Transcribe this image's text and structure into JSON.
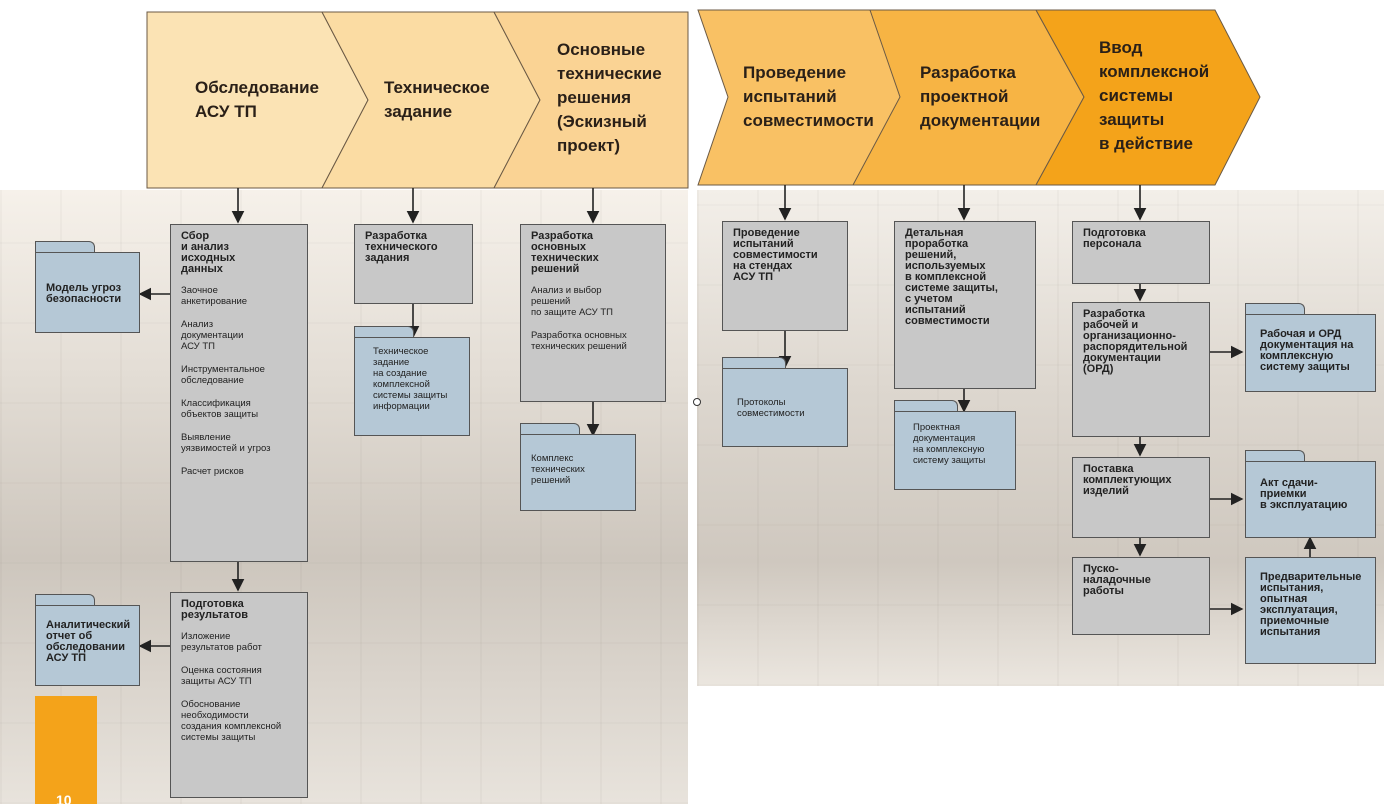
{
  "colors": {
    "stage_light": "#fbe3b4",
    "stage_mid": "#f9bf58",
    "stage_dark": "#f4a31a",
    "box_gray": "#c8c8c8",
    "folder_blue": "#b5c8d6"
  },
  "stages": [
    {
      "label": "Обследование\nАСУ ТП"
    },
    {
      "label": "Техническое\nзадание"
    },
    {
      "label": "Основные\nтехнические\nрешения\n(Эскизный\nпроект)"
    },
    {
      "label": "Проведение\nиспытаний\nсовместимости"
    },
    {
      "label": "Разработка\nпроектной\nдокументации"
    },
    {
      "label": "Ввод\nкомплексной\nсистемы\nзащиты\nв действие"
    }
  ],
  "boxes": {
    "survey": {
      "title": "Сбор\nи анализ\nисходных\nданных",
      "items": [
        "Заочное\nанкетирование",
        "Анализ\nдокументации\nАСУ ТП",
        "Инструментальное\nобследование",
        "Классификация\nобъектов защиты",
        "Выявление\nуязвимостей и угроз",
        "Расчет рисков"
      ]
    },
    "results": {
      "title": "Подготовка\nрезультатов",
      "items": [
        "Изложение\nрезультатов работ",
        "Оценка состояния\nзащиты АСУ ТП",
        "Обоснование\nнеобходимости\nсоздания комплексной\nсистемы защиты"
      ]
    },
    "tz": {
      "title": "Разработка\nтехнического\nзадания"
    },
    "solutions": {
      "title": "Разработка\nосновных\nтехнических\nрешений",
      "items": [
        "Анализ и выбор\nрешений\nпо защите АСУ ТП",
        "Разработка основных\nтехнических решений"
      ]
    },
    "testing": {
      "title": "Проведение\nиспытаний\nсовместимости\nна стендах\nАСУ ТП"
    },
    "design": {
      "title": "Детальная\nпроработка\nрешений,\nиспользуемых\nв комплексной\nсистеме защиты,\nс учетом\nиспытаний\nсовместимости"
    },
    "training": {
      "title": "Подготовка\nперсонала"
    },
    "ord": {
      "title": "Разработка\nрабочей и\nорганизационно-\nраспорядительной\nдокументации\n(ОРД)"
    },
    "supply": {
      "title": "Поставка\nкомплектующих\nизделий"
    },
    "commissioning": {
      "title": "Пуско-\nналадочные\nработы"
    }
  },
  "folders": {
    "threat_model": "Модель угроз\nбезопасности",
    "analytic_report": "Аналитический\nотчет об\nобследовании\nАСУ ТП",
    "tz_doc": "Техническое\nзадание\nна создание\nкомплексной\nсистемы защиты\nинформации",
    "tech_complex": "Комплекс\nтехнических\nрешений",
    "protocols": "Протоколы\nсовместимости",
    "project_doc": "Проектная\nдокументация\nна комплексную\nсистему защиты",
    "working_ord": "Рабочая и ОРД\nдокументация на\nкомплексную\nсистему защиты",
    "acceptance_act": "Акт сдачи-\nприемки\nв эксплуатацию",
    "preliminary_tests": "Предварительные\nиспытания,\nопытная\nэксплуатация,\nприемочные\nиспытания"
  },
  "page_number": "10"
}
